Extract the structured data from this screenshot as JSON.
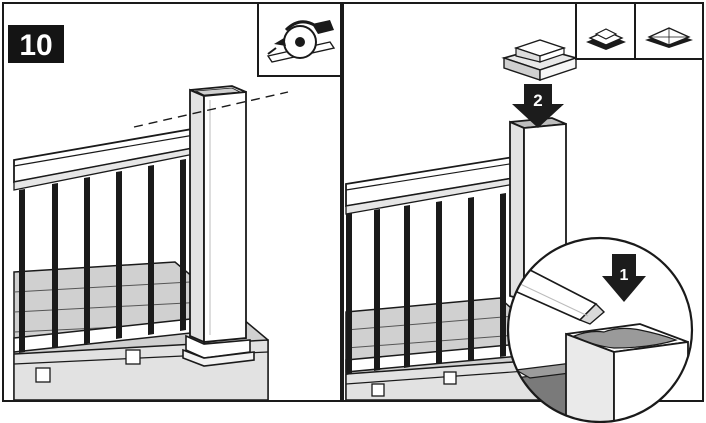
{
  "step_number": "10",
  "callouts": {
    "first": "1",
    "second": "2"
  },
  "colors": {
    "ink": "#1a1a1a",
    "post_face": "#ffffff",
    "post_shade": "#e3e3e3",
    "deck_board": "#cfcfcf",
    "deck_fascia": "#dcdcdc",
    "adhesive": "#9a9a9a",
    "arrow_fill": "#1c1c1c"
  },
  "tool_icons": [
    "circular-saw-icon",
    "flat-post-cap-icon",
    "pyramid-post-cap-icon"
  ]
}
